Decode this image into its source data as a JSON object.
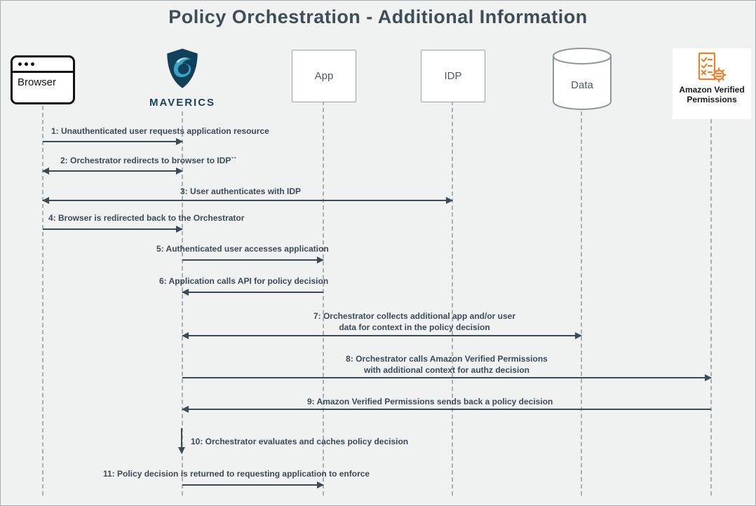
{
  "title": "Policy Orchestration - Additional Information",
  "actors": {
    "browser": {
      "label": "Browser"
    },
    "maverics": {
      "label": "MAVERICS"
    },
    "app": {
      "label": "App"
    },
    "idp": {
      "label": "IDP"
    },
    "data": {
      "label": "Data"
    },
    "avp": {
      "label_line1": "Amazon Verified",
      "label_line2": "Permissions"
    }
  },
  "messages": [
    {
      "text": "1: Unauthenticated user requests application resource",
      "from": "Browser",
      "to": "MAVERICS",
      "arrow": "right"
    },
    {
      "text": "2: Orchestrator redirects to browser to IDP``",
      "from": "MAVERICS",
      "to": "Browser",
      "arrow": "both"
    },
    {
      "text": "3: User authenticates with IDP",
      "from": "Browser",
      "to": "IDP",
      "arrow": "both"
    },
    {
      "text": "4: Browser is redirected back to the Orchestrator",
      "from": "Browser",
      "to": "MAVERICS",
      "arrow": "right"
    },
    {
      "text": "5: Authenticated user accesses application",
      "from": "MAVERICS",
      "to": "App",
      "arrow": "right"
    },
    {
      "text": "6: Application calls API for policy decision",
      "from": "App",
      "to": "MAVERICS",
      "arrow": "left"
    },
    {
      "line1": "7: Orchestrator collects additional app and/or user",
      "line2": "data for context in the policy decision",
      "from": "MAVERICS",
      "to": "Data",
      "arrow": "both"
    },
    {
      "line1": "8: Orchestrator calls Amazon Verified Permissions",
      "line2": "with additional context for authz decision",
      "from": "MAVERICS",
      "to": "Amazon Verified Permissions",
      "arrow": "right"
    },
    {
      "text": "9: Amazon Verified Permissions sends back a policy decision",
      "from": "Amazon Verified Permissions",
      "to": "MAVERICS",
      "arrow": "left"
    },
    {
      "text": "10: Orchestrator evaluates and caches policy decision",
      "from": "MAVERICS",
      "to": "MAVERICS",
      "arrow": "self-down"
    },
    {
      "text": "11: Policy decision is returned to requesting application to enforce",
      "from": "MAVERICS",
      "to": "App",
      "arrow": "right"
    }
  ],
  "colors": {
    "background": "#f0f1f1",
    "arrow": "#3a4b57",
    "text": "#3a4b57",
    "title": "#3e4e58",
    "maverics_brand": "#1c4456",
    "avp_orange": "#e8822d"
  }
}
